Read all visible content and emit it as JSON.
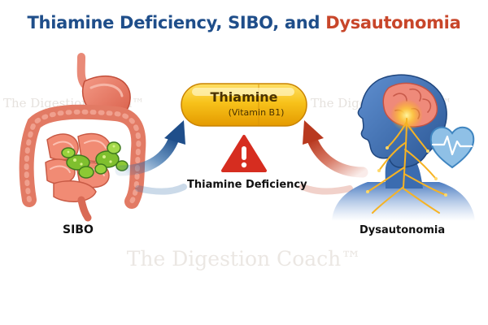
{
  "title": {
    "part1": "Thiamine Deficiency, SIBO, and ",
    "part2": "Dysautonomia"
  },
  "capsule": {
    "main": "Thiamine",
    "sub": "(Vitamin B1)"
  },
  "labels": {
    "center": "Thiamine Deficiency",
    "left": "SIBO",
    "right": "Dysautonomia"
  },
  "watermark": {
    "left": "The Digestion Coach™",
    "right": "The Digestion Coach™",
    "bottom": "The Digestion Coach™"
  },
  "icons": {
    "warning": "warning-triangle-icon",
    "heart": "heart-pulse-icon"
  },
  "colors": {
    "title_blue": "#1f4e8a",
    "title_orange": "#c8462a",
    "capsule_yellow": "#f5b800",
    "warning_red": "#d62d20",
    "arrow_blue": "#2f6aa8",
    "arrow_red": "#c8462a"
  }
}
